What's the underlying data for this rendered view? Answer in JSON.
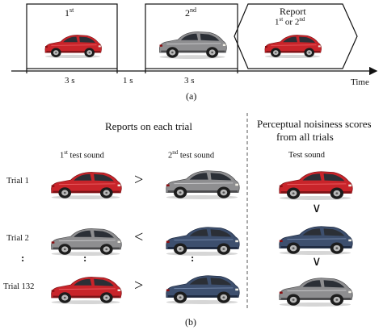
{
  "panel_a": {
    "box1": {
      "ordinal": "1",
      "suffix": "st"
    },
    "box2": {
      "ordinal": "2",
      "suffix": "nd"
    },
    "report": {
      "title": "Report",
      "line2_a": "1",
      "line2_a_sup": "st",
      "line2_mid": " or 2",
      "line2_b_sup": "nd"
    },
    "durations": [
      "3 s",
      "1 s",
      "3 s"
    ],
    "axis_label": "Time",
    "caption": "(a)"
  },
  "panel_b": {
    "left_heading": "Reports on each trial",
    "right_heading_line1": "Perceptual noisiness scores",
    "right_heading_line2": "from all trials",
    "col1": {
      "num": "1",
      "sup": "st",
      "rest": " test sound"
    },
    "col2": {
      "num": "2",
      "sup": "nd",
      "rest": " test sound"
    },
    "col_right": "Test sound",
    "trials": [
      {
        "label": "Trial 1",
        "cmp": ">",
        "car1": "red",
        "car2": "gray"
      },
      {
        "label": "Trial 2",
        "cmp": "<",
        "car1": "gray",
        "car2": "blue"
      },
      {
        "label": "Trial 132",
        "cmp": ">",
        "car1": "red",
        "car2": "blue"
      }
    ],
    "ellipsis": ":",
    "ranking": [
      "red",
      "blue",
      "gray"
    ],
    "rank_symbol": "∨",
    "caption": "(b)"
  },
  "car_colors": {
    "red": {
      "body": "#c8242a",
      "dark": "#7d1216",
      "light": "#e8585c"
    },
    "gray": {
      "body": "#8e8e90",
      "dark": "#4a4a4c",
      "light": "#c4c4c6"
    },
    "blue": {
      "body": "#3d4f6e",
      "dark": "#1e2a40",
      "light": "#6e82a4"
    }
  },
  "colors": {
    "line": "#111111",
    "dash": "#555555"
  }
}
